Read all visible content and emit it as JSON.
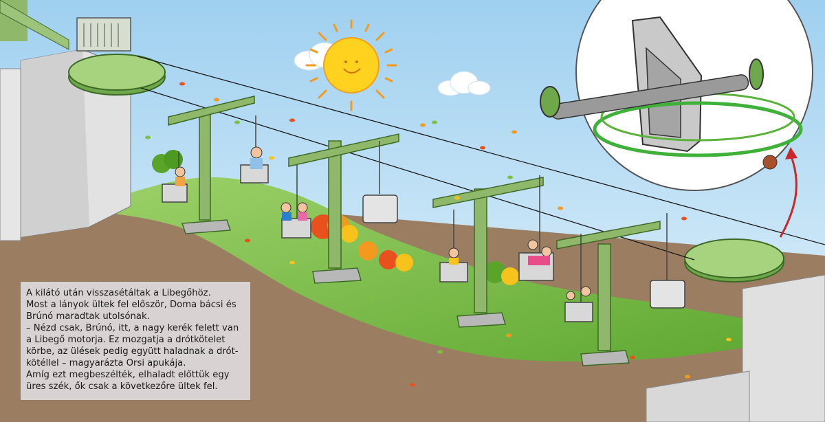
{
  "caption": {
    "lines": [
      "A kilátó után visszasétáltak a Libegőhöz.",
      "Most a lányok ültek fel először, Doma bácsi és",
      "Brúnó maradtak utolsónak.",
      "– Nézd csak, Brúnó, itt, a nagy kerék felett van",
      "a Libegő motorja. Ez mozgatja a drótkötelet",
      "körbe, az ülések pedig együtt haladnak a drót-",
      "kötéllel – magyarázta Orsi apukája.",
      "Amíg ezt megbeszélték, elhaladt előttük egy",
      "üres szék, ők csak a következőre ültek fel."
    ]
  },
  "colors": {
    "sky": "#cfe8f7",
    "ground": "#9b7e62",
    "grass": "#7cc142",
    "tower": "#8fb86a",
    "concrete": "#d9d9d9",
    "sun": "#ffd21f",
    "sun_rays": "#f39a1e",
    "arrow": "#c8282a"
  }
}
